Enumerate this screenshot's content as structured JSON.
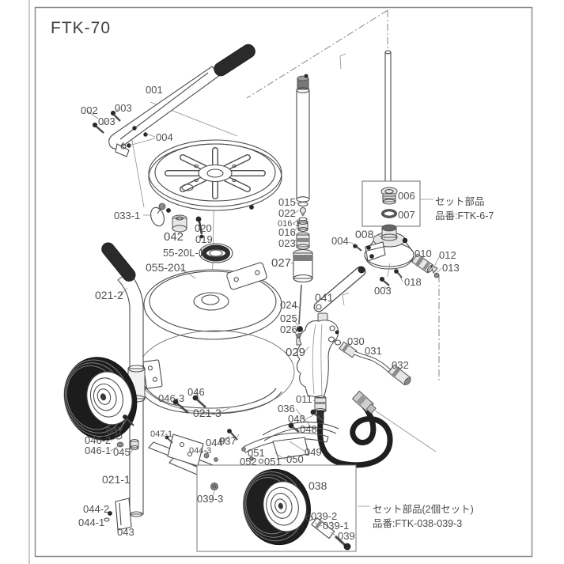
{
  "diagram": {
    "title": "FTK-70",
    "sets": {
      "pump": {
        "line1": "セット部品",
        "line2": "品番:FTK-6-7"
      },
      "wheel": {
        "line1": "セット部品(2個セット)",
        "line2": "品番:FTK-038-039-3"
      }
    },
    "labels": {
      "p001": "001",
      "p002": "002",
      "p003a": "003",
      "p003b": "003",
      "p004a": "004",
      "p033_1": "033-1",
      "p042": "042",
      "p020": "020",
      "p019": "019",
      "p55_20L_1": "55-20L-1",
      "p055_201": "055-201",
      "p021_2": "021-2",
      "p015": "015",
      "p022": "022",
      "p016_1": "016-1",
      "p016": "016",
      "p023": "023",
      "p027": "027",
      "p024": "024",
      "p025": "025",
      "p026": "026",
      "p029": "029",
      "p006": "006",
      "p007": "007",
      "p008": "008",
      "p004b": "004",
      "p010": "010",
      "p012": "012",
      "p013": "013",
      "p018": "018",
      "p003c": "003",
      "p041": "041",
      "p030": "030",
      "p031": "031",
      "p032": "032",
      "p011": "011",
      "p036": "036",
      "p046_3": "046-3",
      "p046a": "046",
      "p021_3": "021-3",
      "p047": "047",
      "p046_2": "046-2",
      "p046_1": "046-1",
      "p045": "045",
      "p047_1": "047-1",
      "p044a": "044",
      "p037": "037",
      "p044_3": "044-3",
      "p048a": "048",
      "p048b": "048",
      "p049": "049",
      "p050": "050",
      "p051a": "051",
      "p052": "052",
      "p051b": "051",
      "p021_1": "021-1",
      "p044_2": "044-2",
      "p044_1": "044-1",
      "p043": "043",
      "p039_3": "039-3",
      "p038": "038",
      "p039_2": "039-2",
      "p039_1": "039-1",
      "p039": "039"
    }
  }
}
